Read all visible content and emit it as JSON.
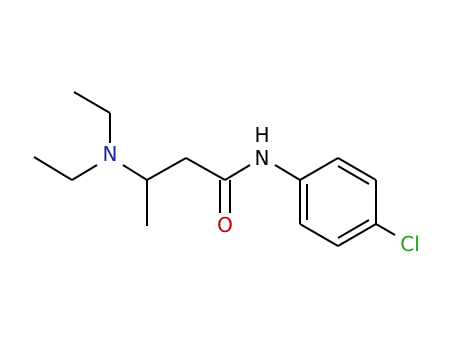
{
  "molecule": {
    "atoms": {
      "nitrogen_amine": {
        "label": "N",
        "color": "#2020a0"
      },
      "nitrogen_amide": {
        "label": "N",
        "color": "#000000"
      },
      "hydrogen_amide": {
        "label": "H",
        "color": "#000000"
      },
      "oxygen": {
        "label": "O",
        "color": "#c00000"
      },
      "chlorine": {
        "label": "Cl",
        "color": "#20a020"
      }
    }
  }
}
